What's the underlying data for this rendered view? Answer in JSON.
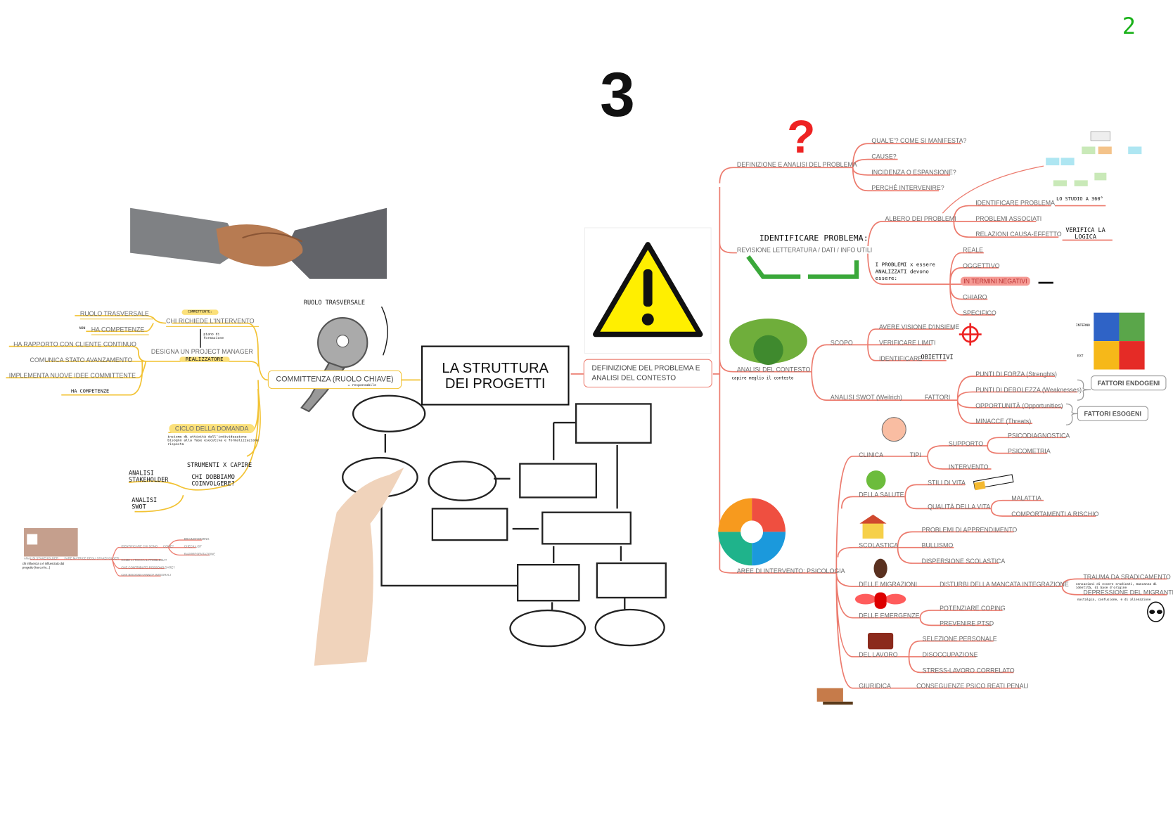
{
  "page_number": "2",
  "big_number": "3",
  "center_title": [
    "LA STRUTTURA",
    "DEI PROGETTI"
  ],
  "left": {
    "root": "COMMITTENZA (RUOLO CHIAVE)",
    "root_note": "= responsabile",
    "key_note": "RUOLO TRASVERSALE",
    "committente_tag": "COMMITTENTE:",
    "committente": "CHI RICHIEDE L'INTERVENTO",
    "committente_children": [
      "RUOLO TRASVERSALE",
      "HA COMPETENZE"
    ],
    "non_note": "NON",
    "training_note": "piano di formazione",
    "pm": "DESIGNA UN PROJECT MANAGER",
    "pm_tag": "REALIZZATORE",
    "pm_children": [
      "HA RAPPORTO CON CLIENTE CONTINUO",
      "COMUNICA STATO AVANZAMENTO",
      "IMPLEMENTA NUOVE IDEE COMMITTENTE",
      "HA COMPETENZE"
    ],
    "cycle": "CICLO DELLA DOMANDA",
    "cycle_note": "insieme di attività dall'individuazione bisogno alla fase esecutiva e formalizzazione risposta",
    "tools": "STRUMENTI X CAPIRE",
    "who": "CHI DOBBIAMO COINVOLGERE?",
    "tools_children": [
      "ANALISI STAKEHOLDER",
      "ANALISI SWOT"
    ]
  },
  "mini_map": {
    "root": "ANALISI STAKEHOLDER",
    "matrix": "FARE MATRICE DEGLI STAKEHOLDER",
    "note": "chi influenza o è influenzato dal progetto (tra cui io...)",
    "identify": "IDENTIFICARE CHI SONO",
    "how": "COME?",
    "how_children": [
      "BRAINSTORMING",
      "CHECK-LIST",
      "RAPPRESENTAZIONE"
    ],
    "questions": [
      "COME LI TOCCA IL PROBLEMA?",
      "CHE CONTRIBUTO POSSONO DARE?",
      "CHE BISOGNI HANNO? INTEGRALI"
    ]
  },
  "right": {
    "root": "DEFINIZIONE DEL PROBLEMA E ANALISI DEL CONTESTO",
    "problem": {
      "label": "DEFINIZIONE E ANALISI DEL PROBLEMA",
      "children": [
        "QUAL'E'? COME SI MANIFESTA?",
        "CAUSE?",
        "INCIDENZA O ESPANSIONE?",
        "PERCHÉ INTERVENIRE?"
      ]
    },
    "review": {
      "label": "REVISIONE LETTERATURA / DATI / INFO UTILI",
      "note": "IDENTIFICARE PROBLEMA:",
      "tree": "ALBERO DEI PROBLEMI",
      "tree_children": [
        "IDENTIFICARE PROBLEMA",
        "PROBLEMI ASSOCIATI",
        "RELAZIONI CAUSA-EFFETTO"
      ],
      "tree_notes": [
        "LO STUDIO A 360°",
        "VERIFICA LA LOGICA"
      ],
      "req_note": "I PROBLEMI x essere ANALIZZATI devono essere:",
      "req_children": [
        "REALE",
        "OGGETTIVO",
        "IN TERMINI NEGATIVI",
        "CHIARO",
        "SPECIFICO"
      ]
    },
    "context": {
      "label": "ANALISI DEL CONTESTO",
      "note": "capire meglio il contesto",
      "scope": "SCOPO",
      "scope_children": [
        "AVERE VISIONE D'INSIEME",
        "VERIFICARE LIMITI",
        "IDENTIFICARE"
      ],
      "scope_note": "OBIETTIVI",
      "swot": "ANALISI SWOT (Weilrich)",
      "factors": "FATTORI",
      "factors_children": [
        "PUNTI DI FORZA (Strenghts)",
        "PUNTI DI DEBOLEZZA (Weaknesses)",
        "OPPORTUNITÀ (Opportunities)",
        "MINACCE (Threats)"
      ],
      "endo": "FATTORI ENDOGENI",
      "eso": "FATTORI ESOGENI",
      "int": "INTERNO",
      "ext": "EXT",
      "swot_colors": [
        "#2f63c6",
        "#5aa64a",
        "#f6b819",
        "#e52b26"
      ]
    },
    "areas": {
      "label": "AREE DI INTERVENTO: PSICOLOGIA",
      "clinica": "CLINICA",
      "tipi": "TIPI",
      "supporto": "SUPPORTO",
      "supporto_children": [
        "PSICODIAGNOSTICA",
        "PSICOMETRIA"
      ],
      "intervento": "INTERVENTO",
      "salute": "DELLA SALUTE",
      "stili": "STILI DI VITA",
      "qualita": "QUALITÀ DELLA VITA",
      "qualita_children": [
        "MALATTIA",
        "COMPORTAMENTI A RISCHIO"
      ],
      "scolastica": "SCOLASTICA",
      "scolastica_children": [
        "PROBLEMI DI APPRENDIMENTO",
        "BULLISMO",
        "DISPERSIONE SCOLASTICA"
      ],
      "migrazioni": "DELLE MIGRAZIONI",
      "disturbi": "DISTURBI DELLA MANCATA INTEGRAZIONE",
      "disturbi_children": [
        "TRAUMA DA SRADICAMENTO",
        "DEPRESSIONE DEL MIGRANTE"
      ],
      "disturbi_notes": [
        "sensazioni di essere sradicati, mancanza di identità, di base d'origine",
        "nostalgia, confusione, e di alienazione"
      ],
      "emergenze": "DELLE EMERGENZE",
      "emergenze_children": [
        "POTENZIARE COPING",
        "PREVENIRE PTSD"
      ],
      "lavoro": "DEL LAVORO",
      "lavoro_children": [
        "SELEZIONE PERSONALE",
        "DISOCCUPAZIONE",
        "STRESS-LAVORO CORRELATO"
      ],
      "giuridica": "GIURIDICA",
      "giuridica_child": "CONSEGUENZE PSICO REATI PENALI"
    }
  },
  "colors": {
    "red_branch": "#ec7b6e",
    "yellow_branch": "#f2c232",
    "page_number": "#19b119"
  }
}
